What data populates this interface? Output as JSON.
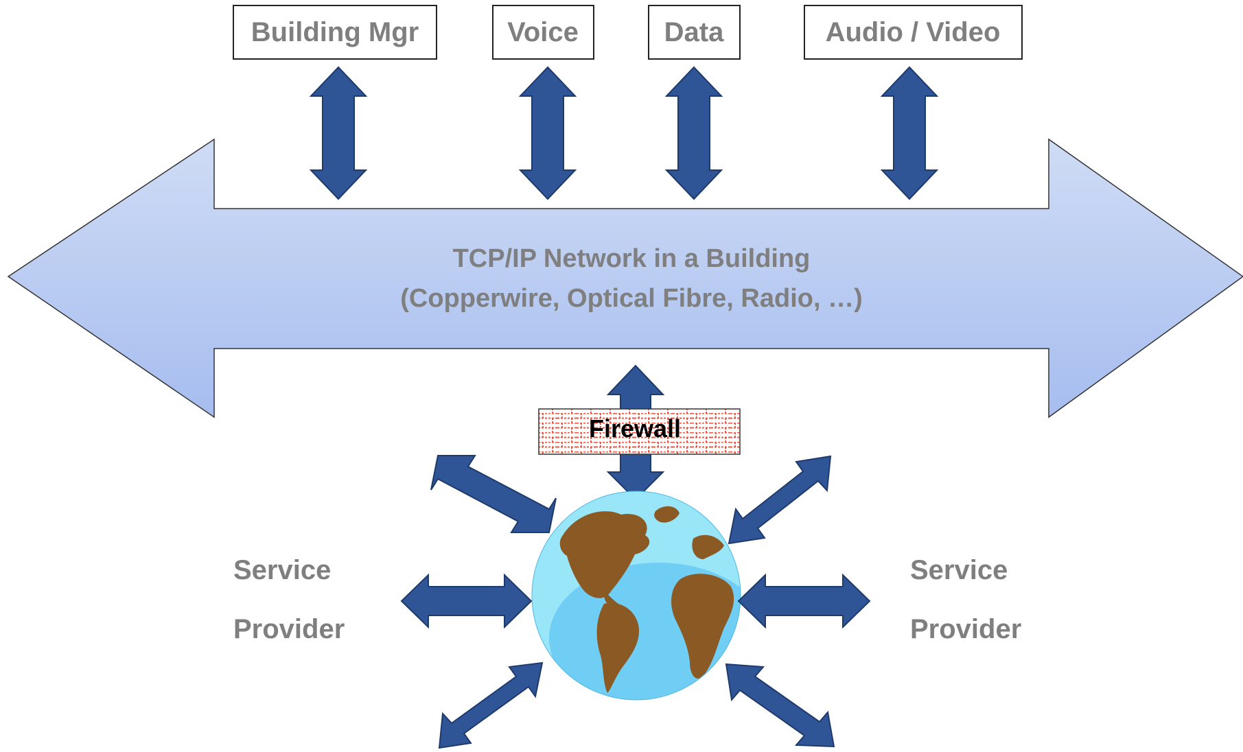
{
  "top_boxes": [
    {
      "label": "Building Mgr"
    },
    {
      "label": "Voice"
    },
    {
      "label": "Data"
    },
    {
      "label": "Audio / Video"
    }
  ],
  "network": {
    "line1": "TCP/IP Network in a Building",
    "line2": "(Copperwire, Optical Fibre, Radio, …)"
  },
  "firewall": {
    "label": "Firewall"
  },
  "service_provider_left": {
    "line1": "Service",
    "line2": "Provider"
  },
  "service_provider_right": {
    "line1": "Service",
    "line2": "Provider"
  },
  "colors": {
    "arrow_fill": "#2f5597",
    "network_fill_top": "#c8d7f3",
    "network_fill_bottom": "#a9c0ef",
    "ocean": "#9ae6f9",
    "land": "#8b5a24",
    "firewall_brick": "#e8543f"
  }
}
